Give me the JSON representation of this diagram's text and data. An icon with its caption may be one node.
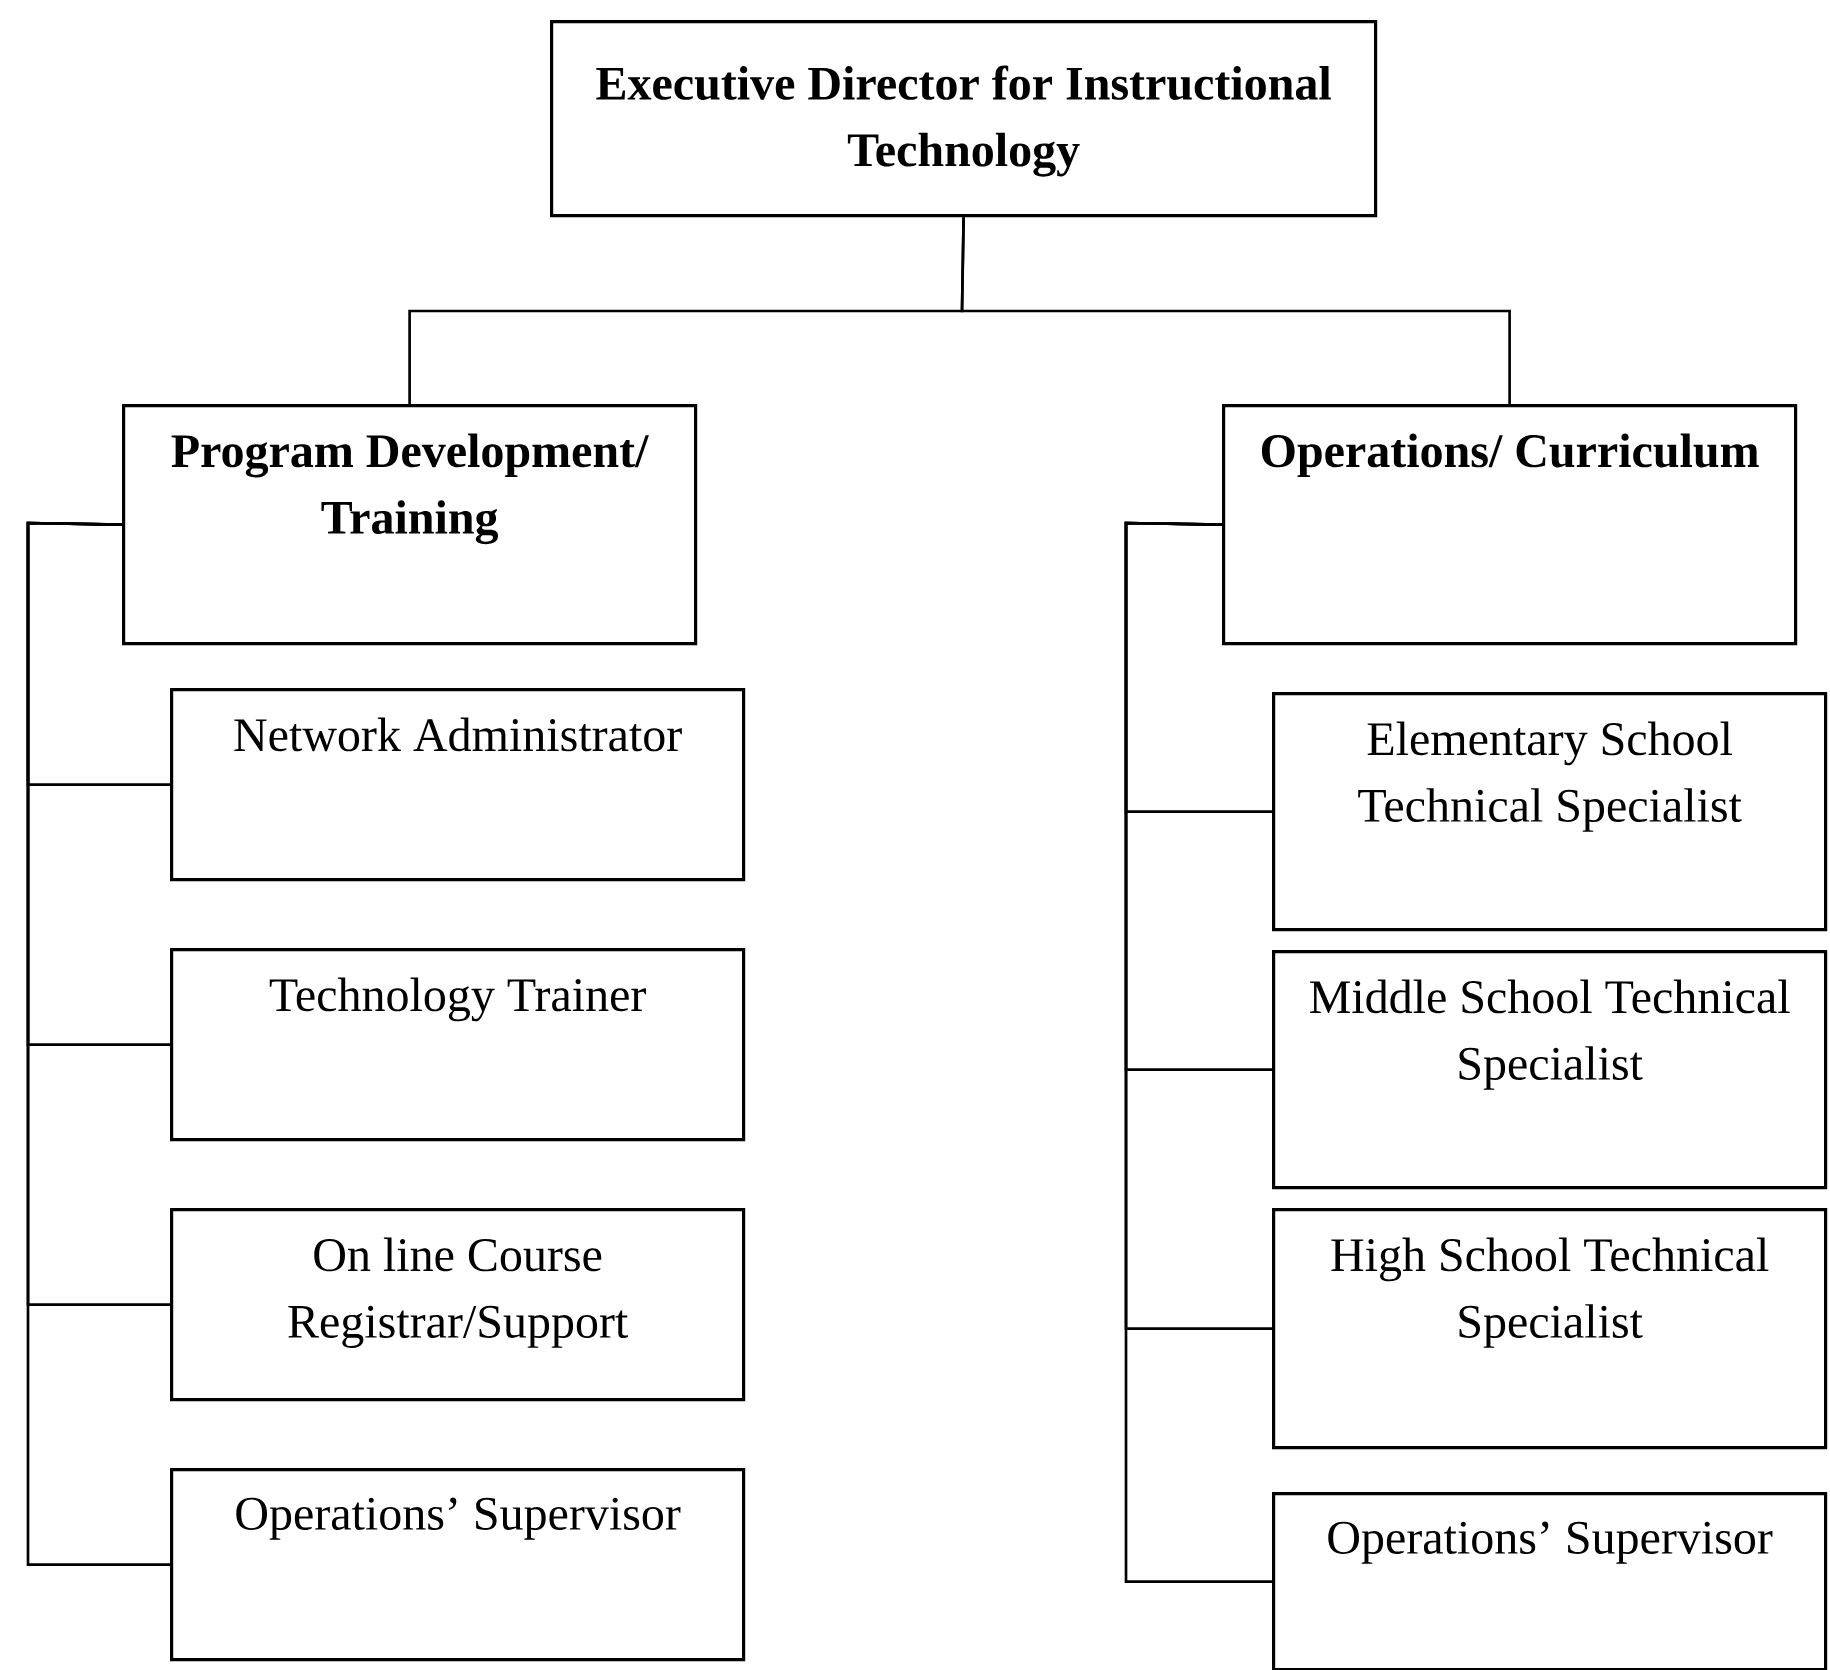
{
  "diagram": {
    "nodes": [
      {
        "text": [
          "Executive Director for Instructional Technology"
        ]
      },
      {
        "text": [
          "Program Development/ Training"
        ]
      },
      {
        "text": [
          "Operations/ Curriculum"
        ]
      },
      {
        "text": [
          "Network Administrator"
        ]
      },
      {
        "text": [
          "Technology Trainer"
        ]
      },
      {
        "text": [
          "On line Course Registrar/Support"
        ]
      },
      {
        "text": [
          "Operations’ Supervisor"
        ]
      },
      {
        "text": [
          "Elementary School Technical Specialist"
        ]
      },
      {
        "text": [
          "Middle School Technical Specialist"
        ]
      },
      {
        "text": [
          "High School Technical Specialist"
        ]
      },
      {
        "text": [
          "Operations’ Supervisor"
        ]
      }
    ],
    "edges": [
      {
        "from": 0,
        "to": 1,
        "arrow": "none"
      },
      {
        "from": 0,
        "to": 2,
        "arrow": "none"
      },
      {
        "from": 1,
        "to": 3,
        "arrow": "none"
      },
      {
        "from": 1,
        "to": 4,
        "arrow": "none"
      },
      {
        "from": 1,
        "to": 5,
        "arrow": "none"
      },
      {
        "from": 1,
        "to": 6,
        "arrow": "none"
      },
      {
        "from": 2,
        "to": 7,
        "arrow": "none"
      },
      {
        "from": 2,
        "to": 8,
        "arrow": "none"
      },
      {
        "from": 2,
        "to": 9,
        "arrow": "none"
      },
      {
        "from": 2,
        "to": 10,
        "arrow": "none"
      }
    ]
  }
}
